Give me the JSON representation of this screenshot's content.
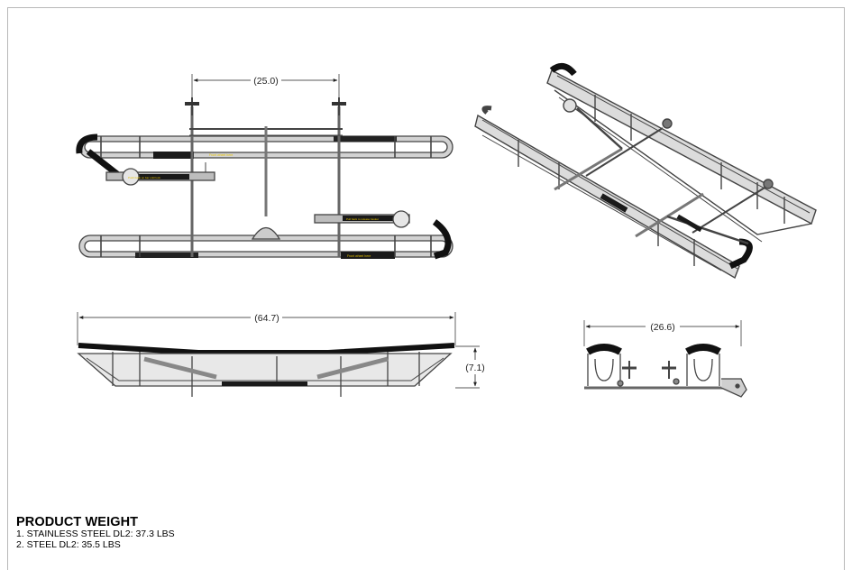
{
  "dimensions": {
    "top_width": "(25.0)",
    "side_length": "(64.7)",
    "side_height": "(7.1)",
    "end_width": "(26.6)"
  },
  "labels": {
    "front_wheel_1": "Front wheel here",
    "front_wheel_2": "Front wheel here",
    "push_back": "Push back on bar until lock",
    "pull_back": "Pull back to release basket"
  },
  "product_weight": {
    "title": "PRODUCT WEIGHT",
    "items": [
      "1.  STAINLESS STEEL DL2: 37.3 LBS",
      "2.  STEEL DL2: 35.5 LBS"
    ]
  },
  "colors": {
    "frame_stroke": "#444444",
    "frame_fill": "#c9c9c9",
    "grip": "#111111",
    "sticker": "#1a1a1a",
    "sticker_text": "#e6c200"
  }
}
